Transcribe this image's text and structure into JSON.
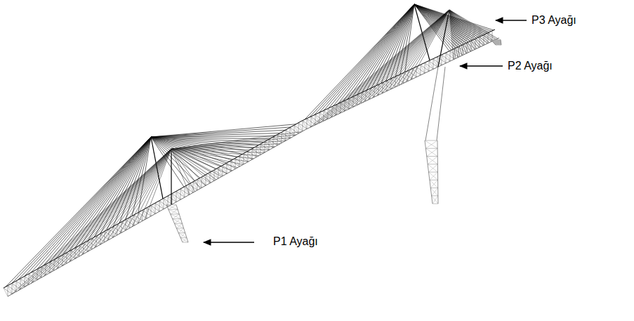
{
  "diagram": {
    "labels": [
      "P3 Ayağı",
      "P2 Ayağı",
      "P1 Ayağı"
    ]
  }
}
